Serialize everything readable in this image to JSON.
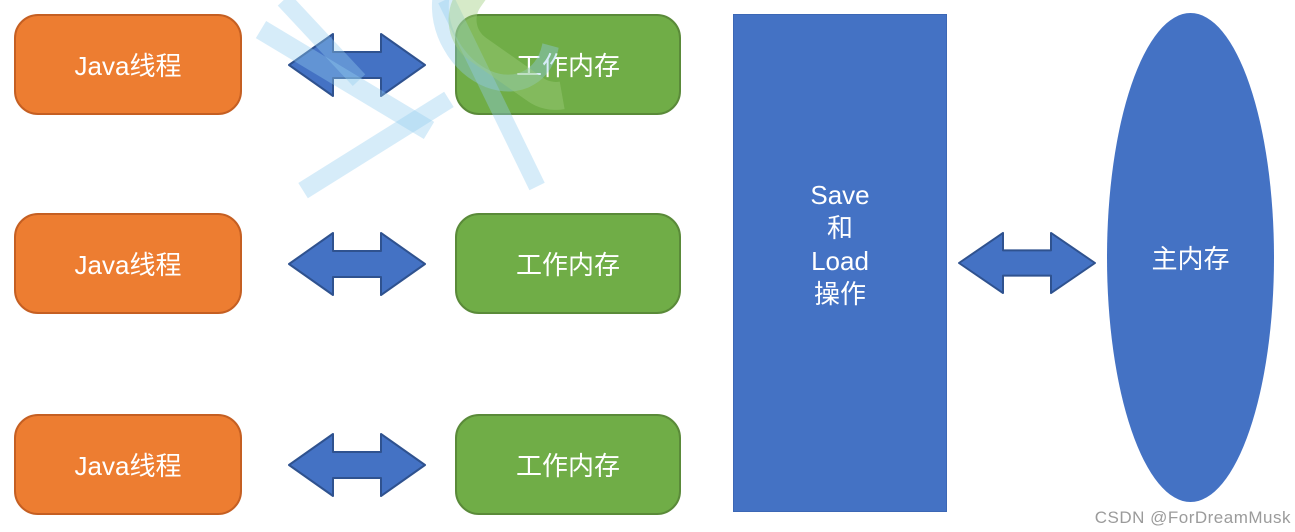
{
  "diagram": {
    "rows": [
      {
        "thread_label": "Java线程",
        "memory_label": "工作内存"
      },
      {
        "thread_label": "Java线程",
        "memory_label": "工作内存"
      },
      {
        "thread_label": "Java线程",
        "memory_label": "工作内存"
      }
    ],
    "save_load_box": {
      "lines": [
        "Save",
        "和",
        "Load",
        "操作"
      ]
    },
    "main_memory": {
      "label": "主内存"
    },
    "colors": {
      "thread_fill": "#ED7D31",
      "thread_border": "#C55F22",
      "memory_fill": "#70AD47",
      "memory_border": "#5A8A39",
      "primary_blue": "#4472C4",
      "arrow_border": "#2F528F",
      "watermark_text_color": "#9B9B9B"
    }
  },
  "footer": {
    "watermark_text": "CSDN @ForDreamMusk"
  }
}
